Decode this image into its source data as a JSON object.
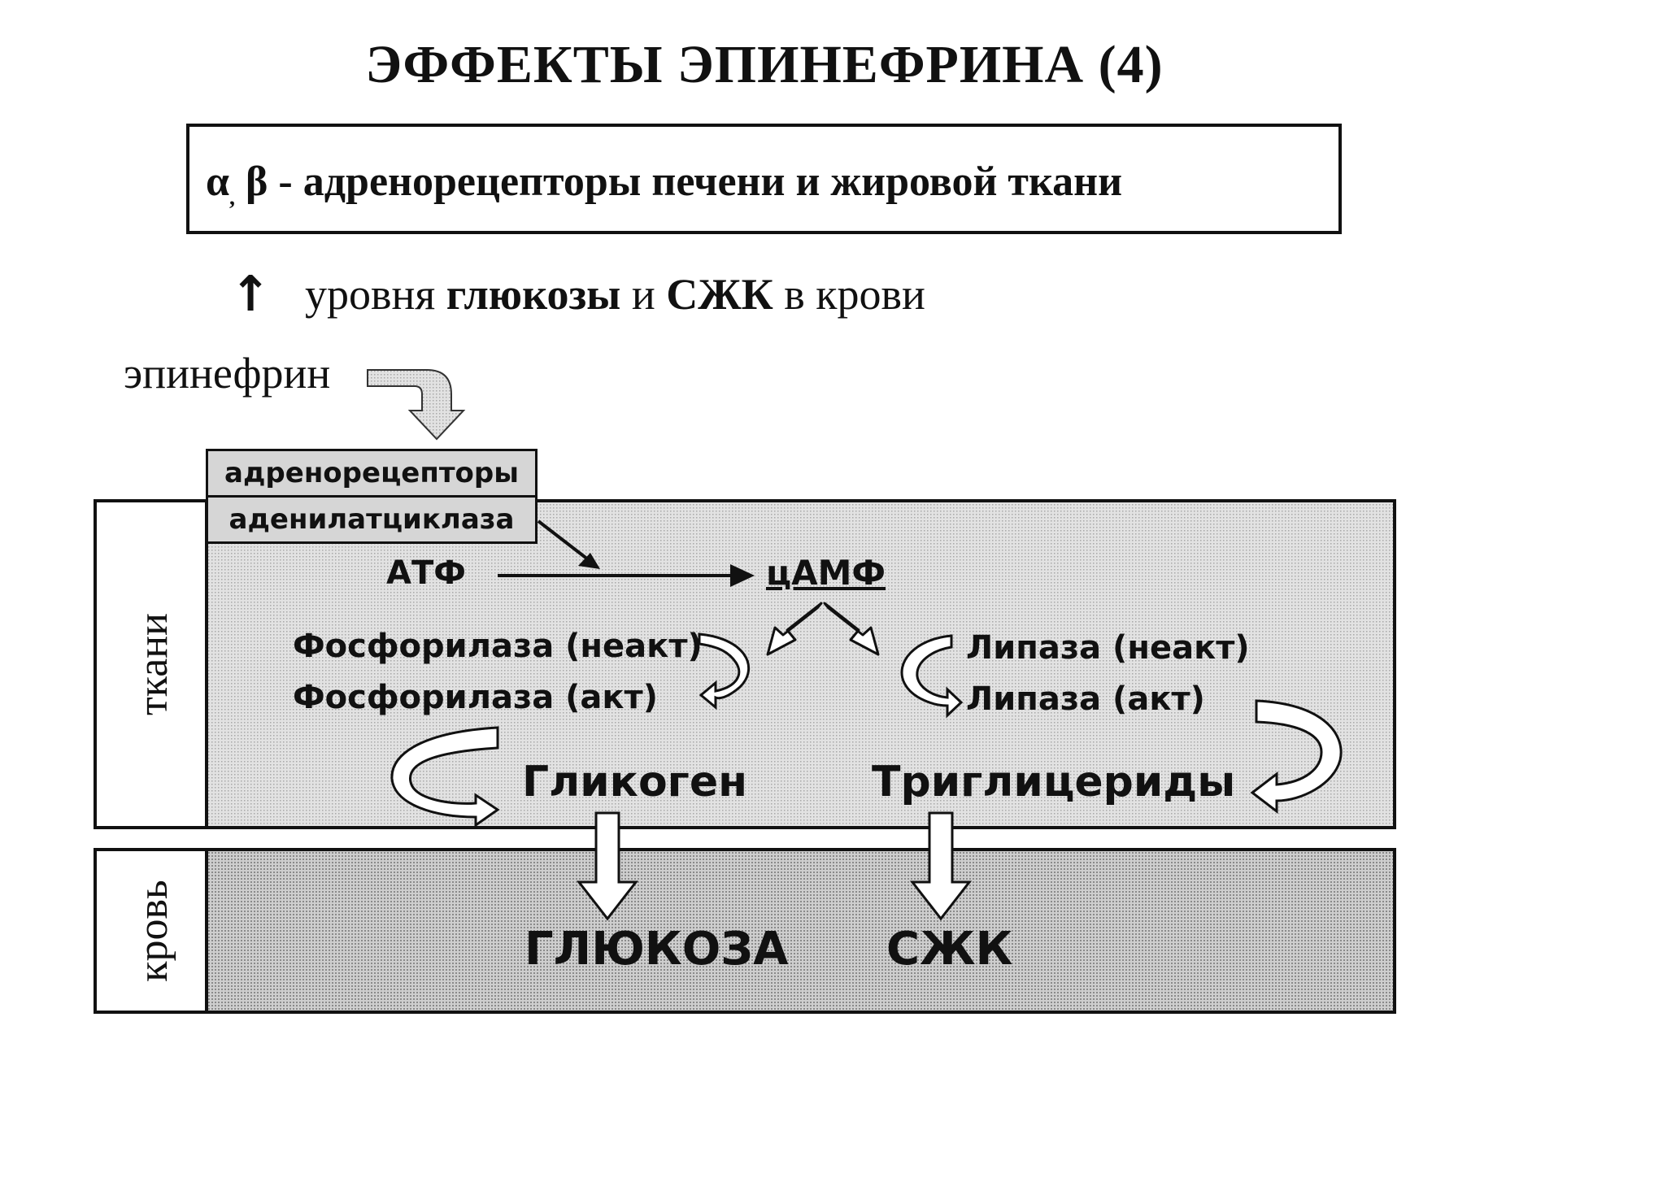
{
  "title": "ЭФФЕКТЫ ЭПИНЕФРИНА (4)",
  "receptors": {
    "alpha": "α",
    "comma": ",",
    "rest": " β - адренорецепторы печени и жировой ткани"
  },
  "effect": {
    "arrow": "↑",
    "t1": "уровня ",
    "b1": "глюкозы",
    "t2": " и ",
    "b2": "СЖК",
    "t3": " в крови"
  },
  "epinephrine": "эпинефрин",
  "adrenoreceptors": "адренорецепторы",
  "adenylate_cyclase": "аденилатциклаза",
  "atp": "АТФ",
  "camp": "цАМФ",
  "phosphorylase_inactive": "Фосфорилаза (неакт)",
  "phosphorylase_active": "Фосфорилаза (акт)",
  "lipase_inactive": "Липаза (неакт)",
  "lipase_active": "Липаза (акт)",
  "glycogen": "Гликоген",
  "triglycerides": "Триглицериды",
  "glucose": "ГЛЮКОЗА",
  "ffa": "СЖК",
  "tissues_label": "ткани",
  "blood_label": "кровь",
  "colors": {
    "tissue_fill": "#dcdcdc",
    "blood_fill": "#c8c8c8",
    "arrow_fill": "#ffffff",
    "ink": "#111111"
  }
}
